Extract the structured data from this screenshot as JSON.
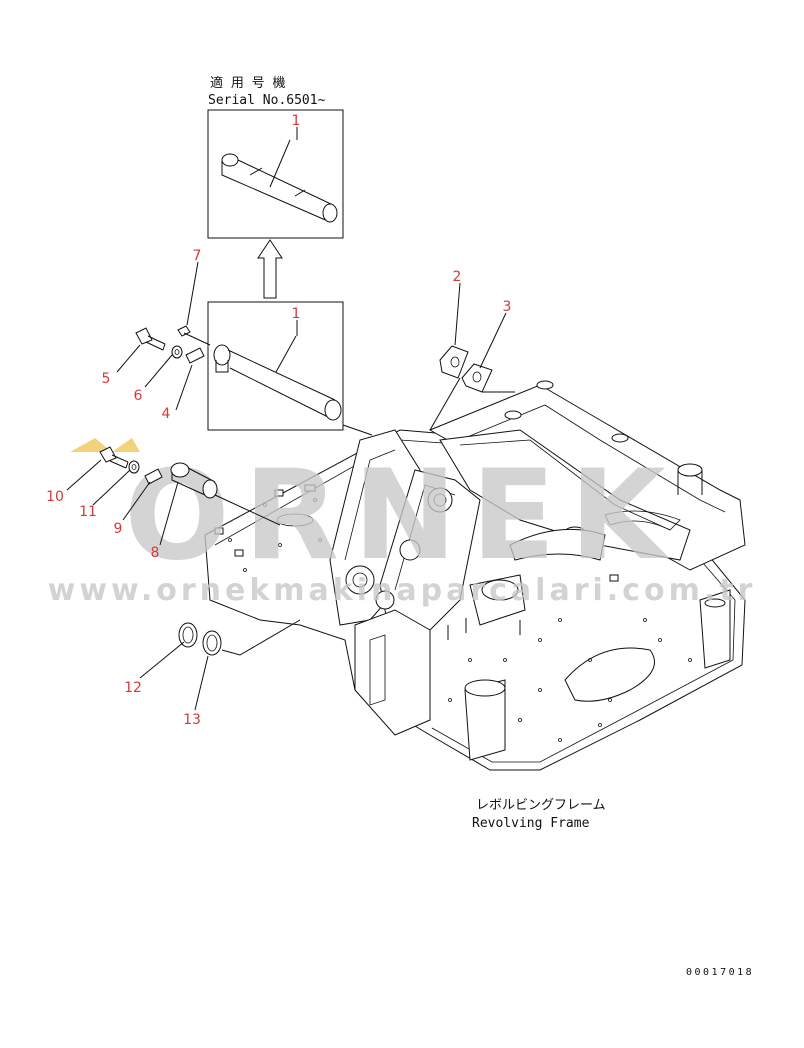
{
  "header_note": {
    "line1": "適 用 号 機",
    "line2": "Serial No.6501~"
  },
  "frame_label": {
    "line1": "レボルビングフレーム",
    "line2": "Revolving Frame"
  },
  "drawing_number": "00017018",
  "watermark": {
    "brand": "ORNEK",
    "url": "www.ornekmakinaparcalari.com.tr",
    "brand_color": "#c8c8c8",
    "accent_color": "#f2d27a"
  },
  "callouts": [
    {
      "label": "1"
    },
    {
      "label": "1"
    },
    {
      "label": "2"
    },
    {
      "label": "3"
    },
    {
      "label": "4"
    },
    {
      "label": "5"
    },
    {
      "label": "6"
    },
    {
      "label": "7"
    },
    {
      "label": "8"
    },
    {
      "label": "9"
    },
    {
      "label": "10"
    },
    {
      "label": "11"
    },
    {
      "label": "12"
    },
    {
      "label": "13"
    }
  ],
  "colors": {
    "callout": "#d33a3a",
    "line": "#111111"
  }
}
